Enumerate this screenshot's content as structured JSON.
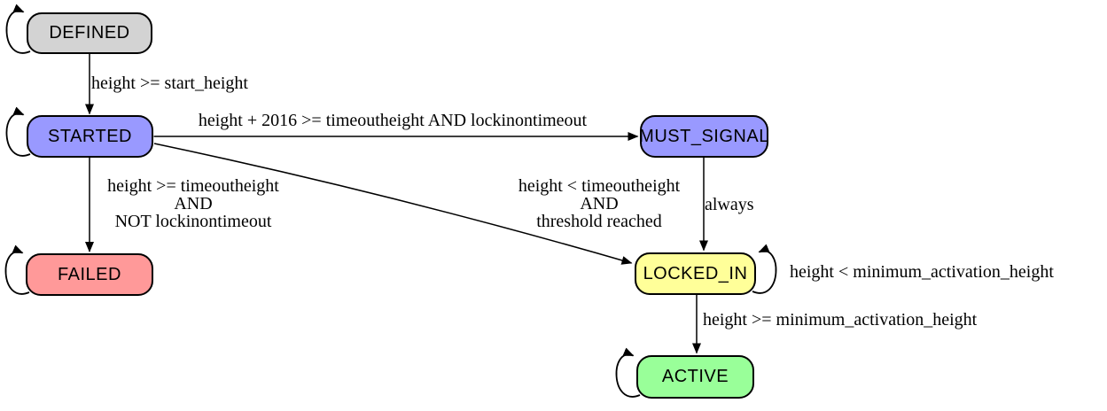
{
  "diagram": {
    "background": "#ffffff",
    "stroke_color": "#000000",
    "nodes": {
      "defined": {
        "label": "DEFINED",
        "fill": "#d3d3d3"
      },
      "started": {
        "label": "STARTED",
        "fill": "#9999ff"
      },
      "must_signal": {
        "label": "MUST_SIGNAL",
        "fill": "#9999ff"
      },
      "failed": {
        "label": "FAILED",
        "fill": "#ff9999"
      },
      "locked_in": {
        "label": "LOCKED_IN",
        "fill": "#ffff99"
      },
      "active": {
        "label": "ACTIVE",
        "fill": "#99ff99"
      }
    },
    "edge_labels": {
      "defined_to_started": "height >= start_height",
      "started_to_must_signal": "height + 2016 >= timeoutheight AND lockinontimeout",
      "started_to_failed": "height >= timeoutheight\nAND\nNOT lockinontimeout",
      "started_to_locked_in": "height < timeoutheight\nAND\nthreshold reached",
      "must_signal_to_locked_in": "always",
      "locked_in_self_loop": "height < minimum_activation_height",
      "locked_in_to_active": "height >= minimum_activation_height"
    }
  }
}
